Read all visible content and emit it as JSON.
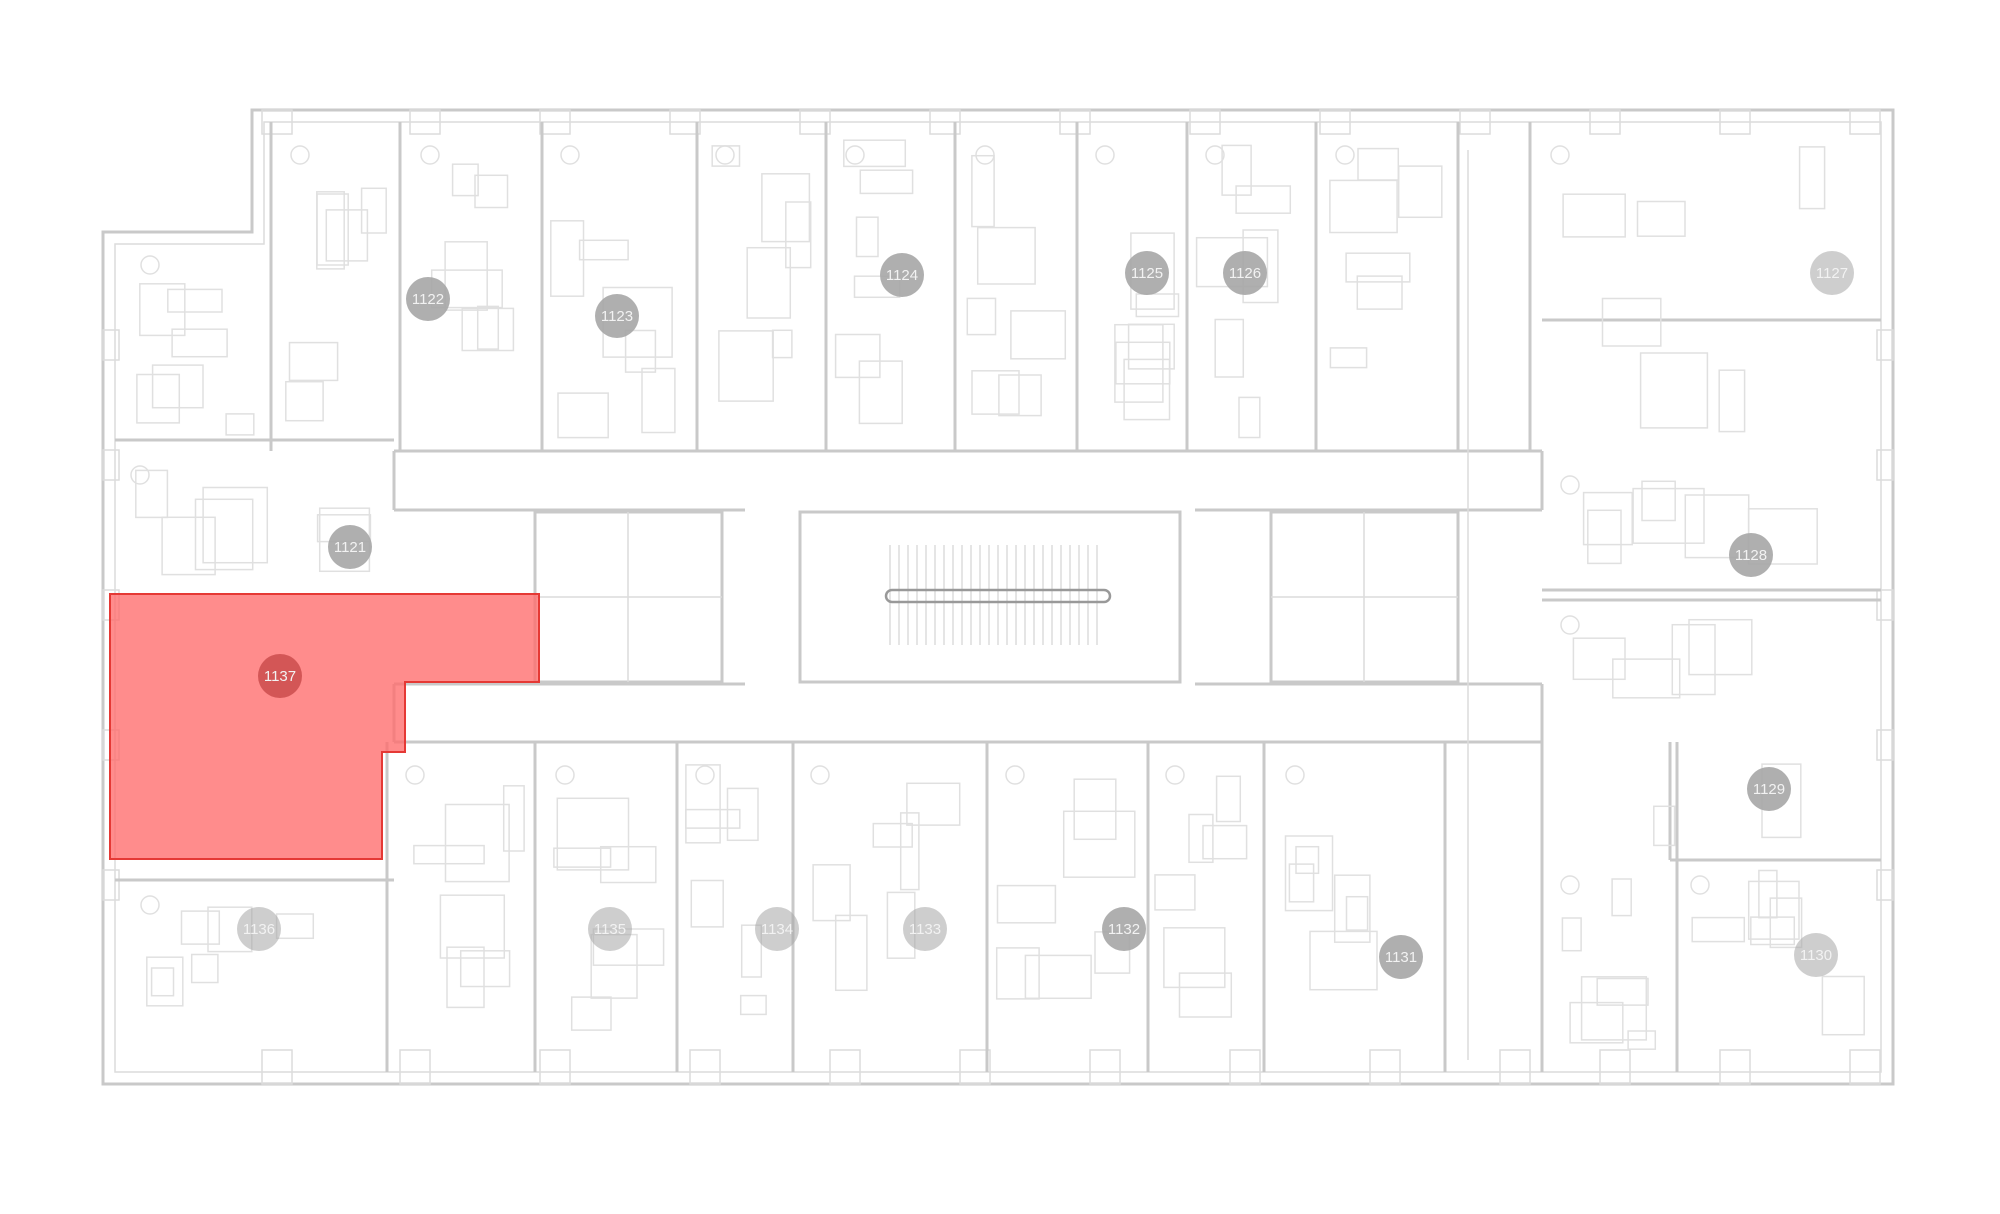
{
  "floor_plan": {
    "units": [
      {
        "id": "1121"
      },
      {
        "id": "1122"
      },
      {
        "id": "1123"
      },
      {
        "id": "1124"
      },
      {
        "id": "1125"
      },
      {
        "id": "1126"
      },
      {
        "id": "1127"
      },
      {
        "id": "1128"
      },
      {
        "id": "1129"
      },
      {
        "id": "1130"
      },
      {
        "id": "1131"
      },
      {
        "id": "1132"
      },
      {
        "id": "1133"
      },
      {
        "id": "1134"
      },
      {
        "id": "1135"
      },
      {
        "id": "1136"
      },
      {
        "id": "1137",
        "selected": true
      }
    ],
    "selected_unit": "1137",
    "colors": {
      "highlight": "#ff6b6b",
      "highlight_border": "#e53935",
      "unit_badge": "#a6a6a6",
      "selected_badge": "#c84848",
      "walls": "#c9c9c9"
    }
  }
}
